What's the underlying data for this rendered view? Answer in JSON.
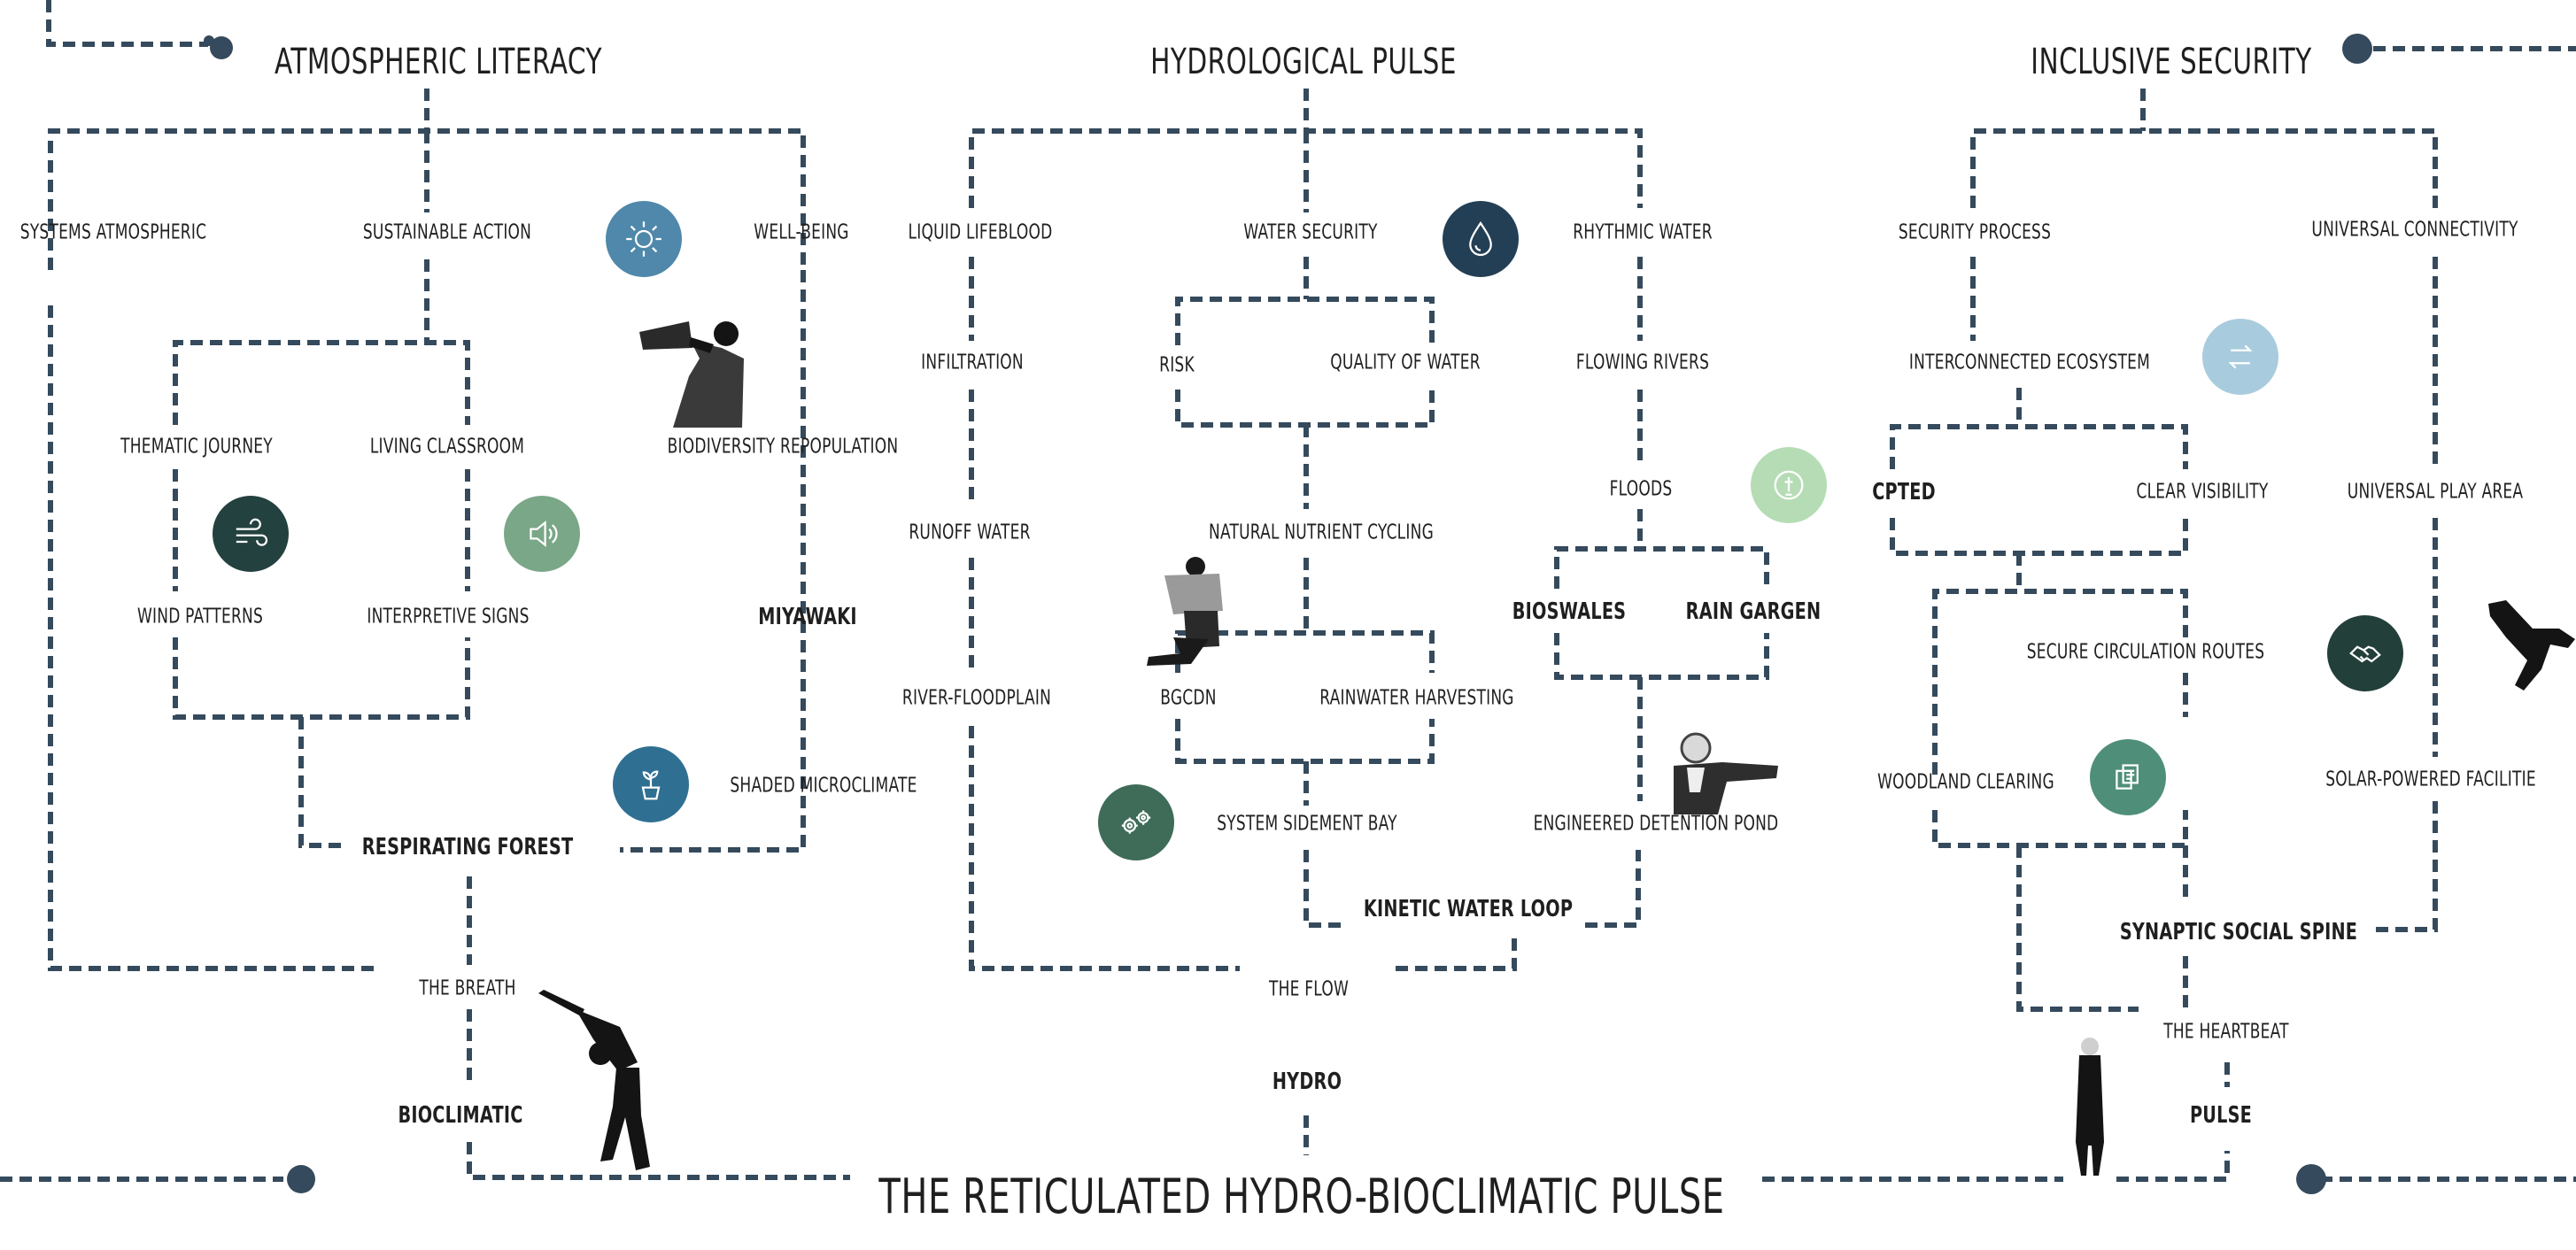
{
  "title": "THE RETICULATED HYDRO-BIOCLIMATIC PULSE",
  "colors": {
    "line": "#354a5c",
    "icon_steel": "#4f88aa",
    "icon_navy": "#233f55",
    "icon_dark": "#23413e",
    "icon_sage": "#7aa787",
    "icon_forest": "#3e6c59",
    "icon_light_blue": "#a8ccdd",
    "icon_light_green": "#b6dcb6",
    "figure": "#141414"
  },
  "sections": {
    "atmospheric": {
      "heading": "ATMOSPHERIC LITERACY",
      "systems": "SYSTEMS ATMOSPHERIC",
      "sustainable": "SUSTAINABLE ACTION",
      "wellbeing": "WELL-BEING",
      "thematic": "THEMATIC  JOURNEY",
      "living": "LIVING CLASSROOM",
      "biodiversity": "BIODIVERSITY REPOPULATION",
      "wind": "WIND PATTERNS",
      "interpretive": "INTERPRETIVE SIGNS",
      "miyawaki": "MIYAWAKI",
      "shaded": "SHADED MICROCLIMATE",
      "respirating": "RESPIRATING FOREST",
      "breath": "THE BREATH",
      "bioclimatic": "BIOCLIMATIC"
    },
    "hydro": {
      "heading": "HYDROLOGICAL PULSE",
      "liquid": "LIQUID LIFEBLOOD",
      "water_security": "WATER SECURITY",
      "rhythmic": "RHYTHMIC WATER",
      "infiltration": "INFILTRATION",
      "risk": "RISK",
      "quality": "QUALITY OF WATER",
      "flowing": "FLOWING RIVERS",
      "floods": "FLOODS",
      "runoff": "RUNOFF WATER",
      "nutrient": "NATURAL NUTRIENT CYCLING",
      "bioswales": "BIOSWALES",
      "rain_gargen": "RAIN GARGEN",
      "river": "RIVER-FLOODPLAIN",
      "bgcdn": "BGCDN",
      "rainwater": "RAINWATER HARVESTING",
      "sediment": "SYSTEM SIDEMENT BAY",
      "detention": "ENGINEERED DETENTION POND",
      "kinetic": "KINETIC WATER LOOP",
      "flow": "THE FLOW",
      "hydro": "HYDRO"
    },
    "security": {
      "heading": "INCLUSIVE SECURITY",
      "process": "SECURITY PROCESS",
      "universal": "UNIVERSAL CONNECTIVITY",
      "interconnected": "INTERCONNECTED ECOSYSTEM",
      "cpted": "CPTED",
      "visibility": "CLEAR VISIBILITY",
      "play": "UNIVERSAL PLAY AREA",
      "circulation": "SECURE CIRCULATION ROUTES",
      "woodland": "WOODLAND CLEARING",
      "solar": "SOLAR-POWERED FACILITIE",
      "synaptic": "SYNAPTIC SOCIAL SPINE",
      "heartbeat": "THE HEARTBEAT",
      "pulse": "PULSE"
    }
  },
  "icons": {
    "sun": "sun-icon",
    "water_drop": "water-drop-icon",
    "swap_arrows": "swap-arrows-icon",
    "wind": "wind-icon",
    "speaker": "speaker-icon",
    "plant_pot": "plant-pot-icon",
    "gears": "gears-icon",
    "flood_marker": "flood-marker-icon",
    "handshake": "handshake-icon",
    "documents": "documents-icon"
  }
}
